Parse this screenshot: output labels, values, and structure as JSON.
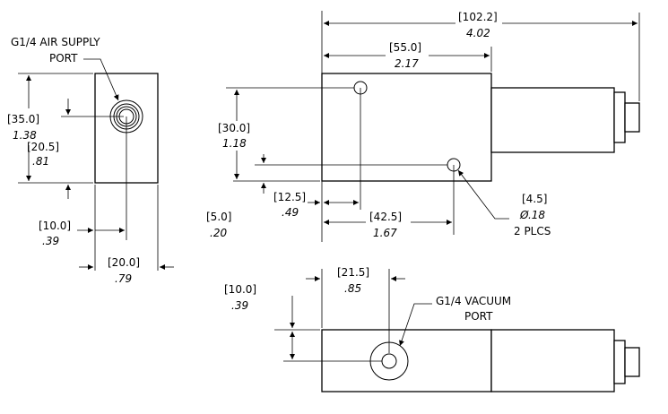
{
  "drawing": {
    "colors": {
      "line": "#000000",
      "background": "#ffffff"
    },
    "side_view": {
      "air_port_label_1": "G1/4 AIR SUPPLY",
      "air_port_label_2": "PORT",
      "height_mm": "[35.0]",
      "height_in": "1.38",
      "port_height_mm": "[20.5]",
      "port_height_in": ".81",
      "port_offset_mm": "[10.0]",
      "port_offset_in": ".39",
      "width_mm": "[20.0]",
      "width_in": ".79"
    },
    "front_view": {
      "overall_length_mm": "[102.2]",
      "overall_length_in": "4.02",
      "block_length_mm": "[55.0]",
      "block_length_in": "2.17",
      "hole_spacing_v_mm": "[30.0]",
      "hole_spacing_v_in": "1.18",
      "hole_offset_x_mm": "[12.5]",
      "hole_offset_x_in": ".49",
      "hole_offset_y_mm": "[5.0]",
      "hole_offset_y_in": ".20",
      "hole_spacing_h_mm": "[42.5]",
      "hole_spacing_h_in": "1.67",
      "hole_dia_mm": "[4.5]",
      "hole_dia_in": "Ø.18",
      "hole_qty": "2 PLCS"
    },
    "bottom_view": {
      "port_offset_y_mm": "[10.0]",
      "port_offset_y_in": ".39",
      "port_offset_x_mm": "[21.5]",
      "port_offset_x_in": ".85",
      "vacuum_port_label_1": "G1/4 VACUUM",
      "vacuum_port_label_2": "PORT"
    }
  }
}
